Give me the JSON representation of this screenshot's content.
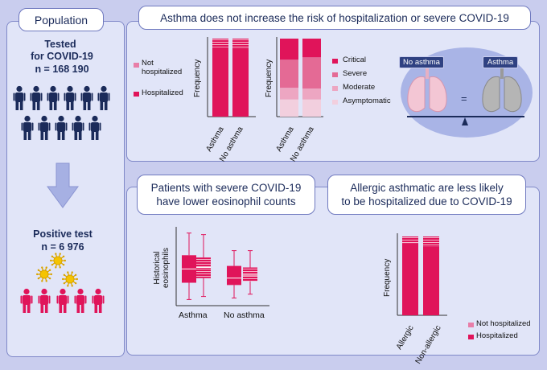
{
  "colors": {
    "dark_pink": "#e0145a",
    "mid_pink": "#e46a95",
    "light_pink": "#eda6c2",
    "pale_pink": "#f2cfde",
    "panel_bg": "#e1e5f8",
    "navy": "#1b2b5a"
  },
  "population": {
    "title": "Population",
    "tested_line1": "Tested",
    "tested_line2": "for COVID-19",
    "tested_n": "n = 168 190",
    "positive_line1": "Positive test",
    "positive_n": "n = 6 976",
    "icons": [
      "person-icon-navy",
      "virus-icon",
      "person-icon-pink",
      "arrow-down-icon"
    ]
  },
  "risk_panel": {
    "title": "Asthma does not increase the risk of hospitalization or severe COVID-19",
    "legend1": [
      "Not hospitalized",
      "Hospitalized"
    ],
    "legend2": [
      "Critical",
      "Severe",
      "Moderate",
      "Asymptomatic"
    ],
    "no_asthma_badge": "No asthma",
    "asthma_badge": "Asthma",
    "equals_sign": "=",
    "icons": [
      "lungs-icon-pink",
      "lungs-icon-gray",
      "balance-scale-icon"
    ]
  },
  "eos_panel": {
    "title_line1": "Patients with severe COVID-19",
    "title_line2": "have lower eosinophil counts"
  },
  "allergic_panel": {
    "title_line1": "Allergic asthmatic are less likely",
    "title_line2": "to be hospitalized due to COVID-19",
    "legend": [
      "Not hospitalized",
      "Hospitalized"
    ]
  },
  "chart_data": [
    {
      "type": "bar",
      "stacked": true,
      "ylabel": "Frequency",
      "categories": [
        "Asthma",
        "No asthma"
      ],
      "series": [
        {
          "name": "Hospitalized",
          "values": [
            0.89,
            0.87
          ]
        },
        {
          "name": "Not hospitalized",
          "values": [
            0.11,
            0.13
          ]
        }
      ],
      "ylim": [
        0,
        1
      ]
    },
    {
      "type": "bar",
      "stacked": true,
      "ylabel": "Frequency",
      "categories": [
        "Asthma",
        "No asthma"
      ],
      "series": [
        {
          "name": "Asymptomatic",
          "values": [
            0.22,
            0.22
          ]
        },
        {
          "name": "Moderate",
          "values": [
            0.15,
            0.14
          ]
        },
        {
          "name": "Severe",
          "values": [
            0.36,
            0.4
          ]
        },
        {
          "name": "Critical",
          "values": [
            0.27,
            0.24
          ]
        }
      ],
      "ylim": [
        0,
        1
      ]
    },
    {
      "type": "box",
      "ylabel": "Historical eosinophils",
      "categories": [
        "Asthma",
        "No asthma"
      ],
      "boxes": [
        {
          "category": "Asthma",
          "fill": "solid",
          "min": 0.08,
          "q1": 0.3,
          "median": 0.48,
          "q3": 0.66,
          "max": 0.95
        },
        {
          "category": "Asthma",
          "fill": "hatched",
          "min": 0.12,
          "q1": 0.36,
          "median": 0.5,
          "q3": 0.63,
          "max": 0.93
        },
        {
          "category": "No asthma",
          "fill": "solid",
          "min": 0.1,
          "q1": 0.27,
          "median": 0.36,
          "q3": 0.52,
          "max": 0.72
        },
        {
          "category": "No asthma",
          "fill": "hatched",
          "min": 0.15,
          "q1": 0.32,
          "median": 0.4,
          "q3": 0.5,
          "max": 0.72
        }
      ],
      "ylim": [
        0,
        1
      ]
    },
    {
      "type": "bar",
      "stacked": true,
      "ylabel": "Frequency",
      "categories": [
        "Allergic",
        "Non-allergic"
      ],
      "series": [
        {
          "name": "Hospitalized",
          "values": [
            0.91,
            0.87
          ]
        },
        {
          "name": "Not hospitalized",
          "values": [
            0.09,
            0.13
          ]
        }
      ],
      "ylim": [
        0,
        1
      ]
    }
  ]
}
